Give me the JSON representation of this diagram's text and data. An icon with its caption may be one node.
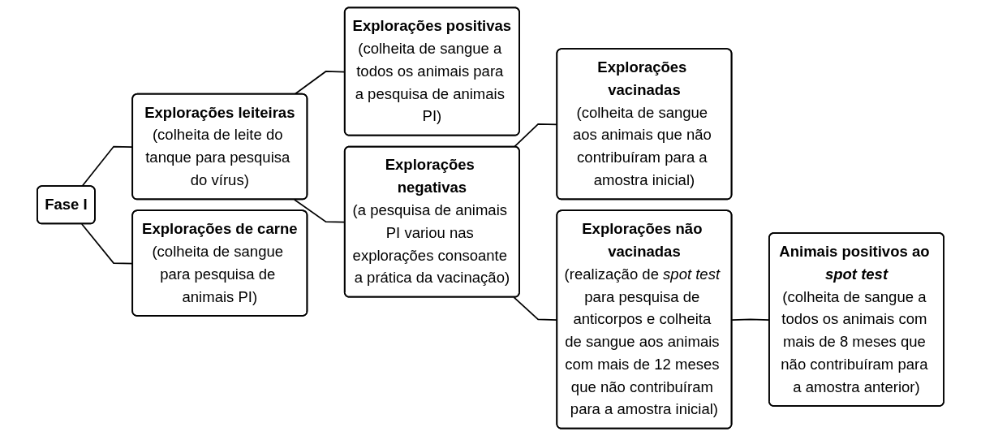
{
  "diagram": {
    "nodes": [
      {
        "text": [
          "Fase I"
        ]
      },
      {
        "text": [
          "Explorações leiteiras",
          "(colheita de leite do tanque para pesquisa do vírus)"
        ]
      },
      {
        "text": [
          "Explorações de carne",
          "(colheita de sangue para pesquisa de animais PI)"
        ]
      },
      {
        "text": [
          "Explorações positivas",
          "(colheita de sangue a todos os animais para a pesquisa de animais PI)"
        ]
      },
      {
        "text": [
          "Explorações negativas",
          "(a pesquisa de animais PI variou nas explorações consoante a prática da vacinação)"
        ]
      },
      {
        "text": [
          "Explorações vacinadas",
          "(colheita de sangue aos animais que não contribuíram para a amostra inicial)"
        ]
      },
      {
        "text": [
          "Explorações não vacinadas",
          "(realização de *spot test* para pesquisa de anticorpos e colheita de sangue aos animais com mais de 12 meses que não contribuíram para a amostra inicial)"
        ]
      },
      {
        "text": [
          "Animais positivos ao *spot test*",
          "(colheita de sangue a todos os animais com mais de 8 meses que não contribuíram para a amostra anterior)"
        ]
      }
    ],
    "edges": [
      {
        "from": 0,
        "to": 1,
        "arrow": "none"
      },
      {
        "from": 0,
        "to": 2,
        "arrow": "none"
      },
      {
        "from": 1,
        "to": 3,
        "arrow": "none"
      },
      {
        "from": 1,
        "to": 4,
        "arrow": "none"
      },
      {
        "from": 4,
        "to": 5,
        "arrow": "none"
      },
      {
        "from": 4,
        "to": 6,
        "arrow": "none"
      },
      {
        "from": 6,
        "to": 7,
        "arrow": "none"
      }
    ]
  }
}
